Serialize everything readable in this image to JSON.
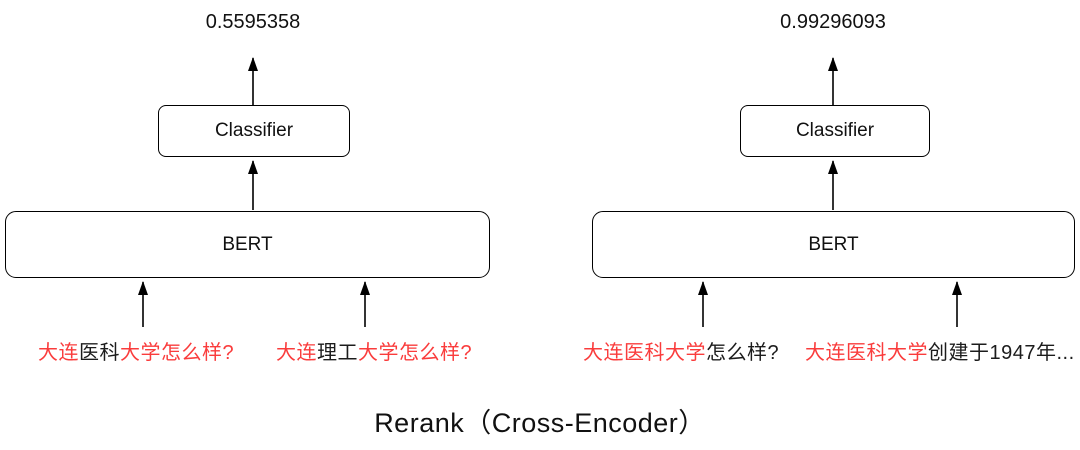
{
  "diagram": {
    "caption": "Rerank（Cross-Encoder）",
    "colors": {
      "line": "#000000",
      "text": "#1c1c1c",
      "highlight": "#fa3c3c"
    },
    "panels": [
      {
        "score": "0.5595358",
        "classifier_label": "Classifier",
        "bert_label": "BERT",
        "inputs": [
          {
            "segments": [
              {
                "text": "大连",
                "color": "#fa3c3c"
              },
              {
                "text": "医科",
                "color": "#1c1c1c"
              },
              {
                "text": "大学怎么样?",
                "color": "#fa3c3c"
              }
            ]
          },
          {
            "segments": [
              {
                "text": "大连",
                "color": "#fa3c3c"
              },
              {
                "text": "理工",
                "color": "#1c1c1c"
              },
              {
                "text": "大学怎么样?",
                "color": "#fa3c3c"
              }
            ]
          }
        ]
      },
      {
        "score": "0.99296093",
        "classifier_label": "Classifier",
        "bert_label": "BERT",
        "inputs": [
          {
            "segments": [
              {
                "text": "大连医科大学",
                "color": "#fa3c3c"
              },
              {
                "text": "怎么样?",
                "color": "#1c1c1c"
              }
            ]
          },
          {
            "segments": [
              {
                "text": "大连医科大学",
                "color": "#fa3c3c"
              },
              {
                "text": "创建于1947年...",
                "color": "#1c1c1c"
              }
            ]
          }
        ]
      }
    ]
  }
}
